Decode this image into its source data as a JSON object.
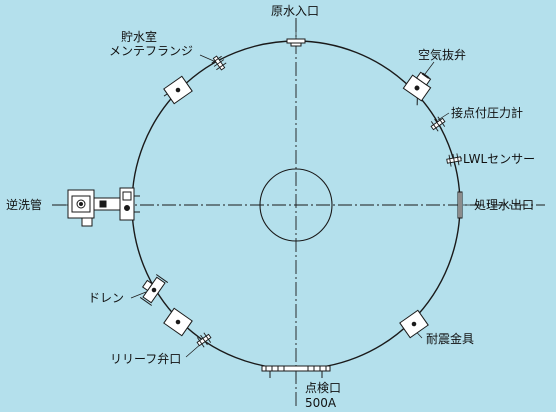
{
  "labels": {
    "raw_water_inlet": "原水入口",
    "storage_room": "貯水室",
    "maintenance_flange": "メンテフランジ",
    "air_vent_valve": "空気抜弁",
    "contact_pressure_gauge": "接点付圧力計",
    "lwl_sensor": "LWLセンサー",
    "backwash_pipe": "逆洗管",
    "treated_water_outlet": "処理水出口",
    "drain": "ドレン",
    "seismic_fitting": "耐震金具",
    "relief_valve_port": "リリーフ弁口",
    "inspection_port": "点検口",
    "inspection_port_size": "500A"
  },
  "colors": {
    "background": "#b4e0ec",
    "line": "#1a1a1a",
    "bracket_fill": "#ffffff"
  }
}
